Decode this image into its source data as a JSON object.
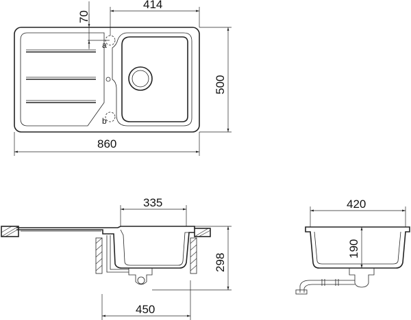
{
  "top_view": {
    "dim_width": "860",
    "dim_depth": "500",
    "dim_bowl_width": "414",
    "dim_offset": "70",
    "hole_a": "a",
    "hole_b": "b"
  },
  "front_section": {
    "dim_bowl_width": "335",
    "dim_depth": "298",
    "dim_cabinet": "450"
  },
  "side_section": {
    "dim_bowl_width": "420",
    "dim_bowl_depth": "190"
  }
}
